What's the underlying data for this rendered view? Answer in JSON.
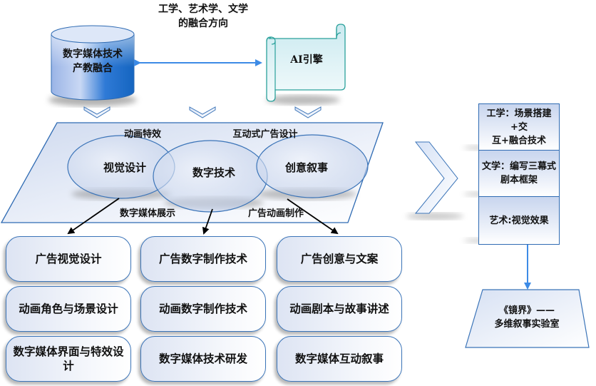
{
  "colors": {
    "primary_blue": "#1565c0",
    "outline_blue": "#3b74b8",
    "light_panel": "#dfe6f4",
    "scroll_teal": "#2aa19b",
    "arrow_blue": "#3d8be6"
  },
  "top": {
    "caption_line1": "工学、艺术学、文学",
    "caption_line2": "的融合方向",
    "cylinder_line1": "数字媒体技术",
    "cylinder_line2": "产教融合",
    "scroll_label": "AI引擎"
  },
  "venn": {
    "circles": [
      "视觉设计",
      "数字技术",
      "创意叙事"
    ],
    "overlap_top_left": "动画特效",
    "overlap_top_right": "互动式广告设计",
    "bottom_left": "数字媒体展示",
    "bottom_right": "广告动画制作"
  },
  "grid": {
    "columns": [
      [
        "广告视觉设计",
        "动画角色与场景设计",
        "数字媒体界面与特效设计"
      ],
      [
        "广告数字制作技术",
        "动画数字制作技术",
        "数字媒体技术研发"
      ],
      [
        "广告创意与文案",
        "动画剧本与故事讲述",
        "数字媒体互动叙事"
      ]
    ]
  },
  "right_panel": {
    "items": [
      {
        "line1": "工学：场景搭建+交",
        "line2": "互+融合技术"
      },
      {
        "line1": "文学：编写三幕式",
        "line2": "剧本框架"
      },
      {
        "line1": "艺术:视觉效果",
        "line2": ""
      }
    ],
    "lab_line1": "《镜界》——",
    "lab_line2": "多维叙事实验室"
  },
  "icons": {
    "cylinder": "database-cylinder-icon",
    "scroll": "scroll-icon",
    "chevron_down": "chevron-down-icon",
    "chevron_right": "chevron-right-icon"
  }
}
